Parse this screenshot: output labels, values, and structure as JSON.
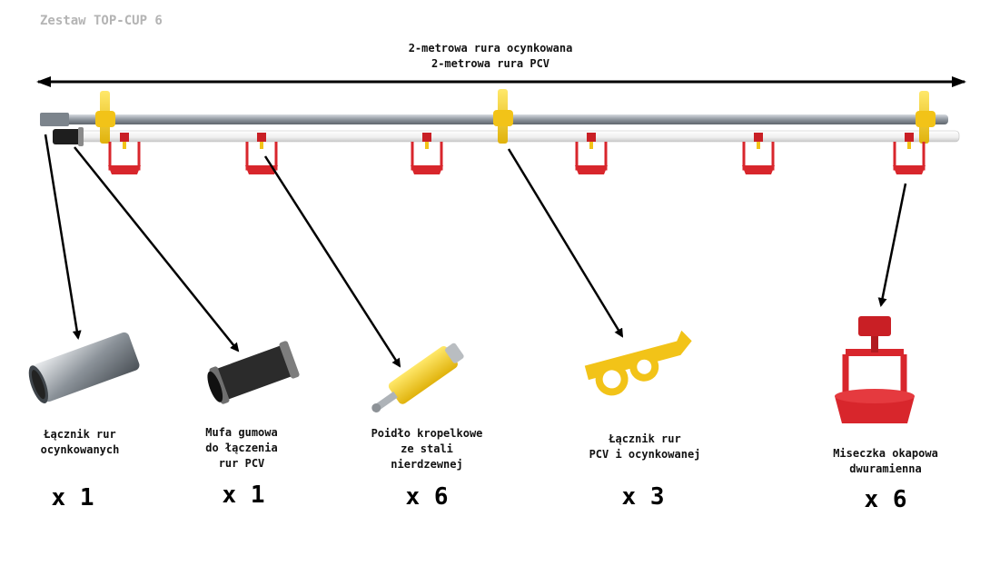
{
  "title": "Zestaw TOP-CUP 6",
  "dimension": {
    "line1": "2-metrowa rura ocynkowana",
    "line2": "2-metrowa rura PCV"
  },
  "parts": [
    {
      "label": "Łącznik rur\nocynkowanych",
      "qty": "x 1",
      "icon": "galvanized-pipe-connector"
    },
    {
      "label": "Mufa gumowa\ndo łączenia\nrur PCV",
      "qty": "x 1",
      "icon": "rubber-sleeve"
    },
    {
      "label": "Poidło kropelkowe\nze stali\nnierdzewnej",
      "qty": "x 6",
      "icon": "nipple-drinker"
    },
    {
      "label": "Łącznik rur\nPCV i ocynkowanej",
      "qty": "x 3",
      "icon": "pvc-galvanized-clamp"
    },
    {
      "label": "Miseczka okapowa\ndwuramienna",
      "qty": "x 6",
      "icon": "drip-cup"
    }
  ],
  "colors": {
    "cup_red": "#d8262c",
    "clamp_yellow": "#f2c318",
    "pipe_grey": "#a9b0b8"
  }
}
